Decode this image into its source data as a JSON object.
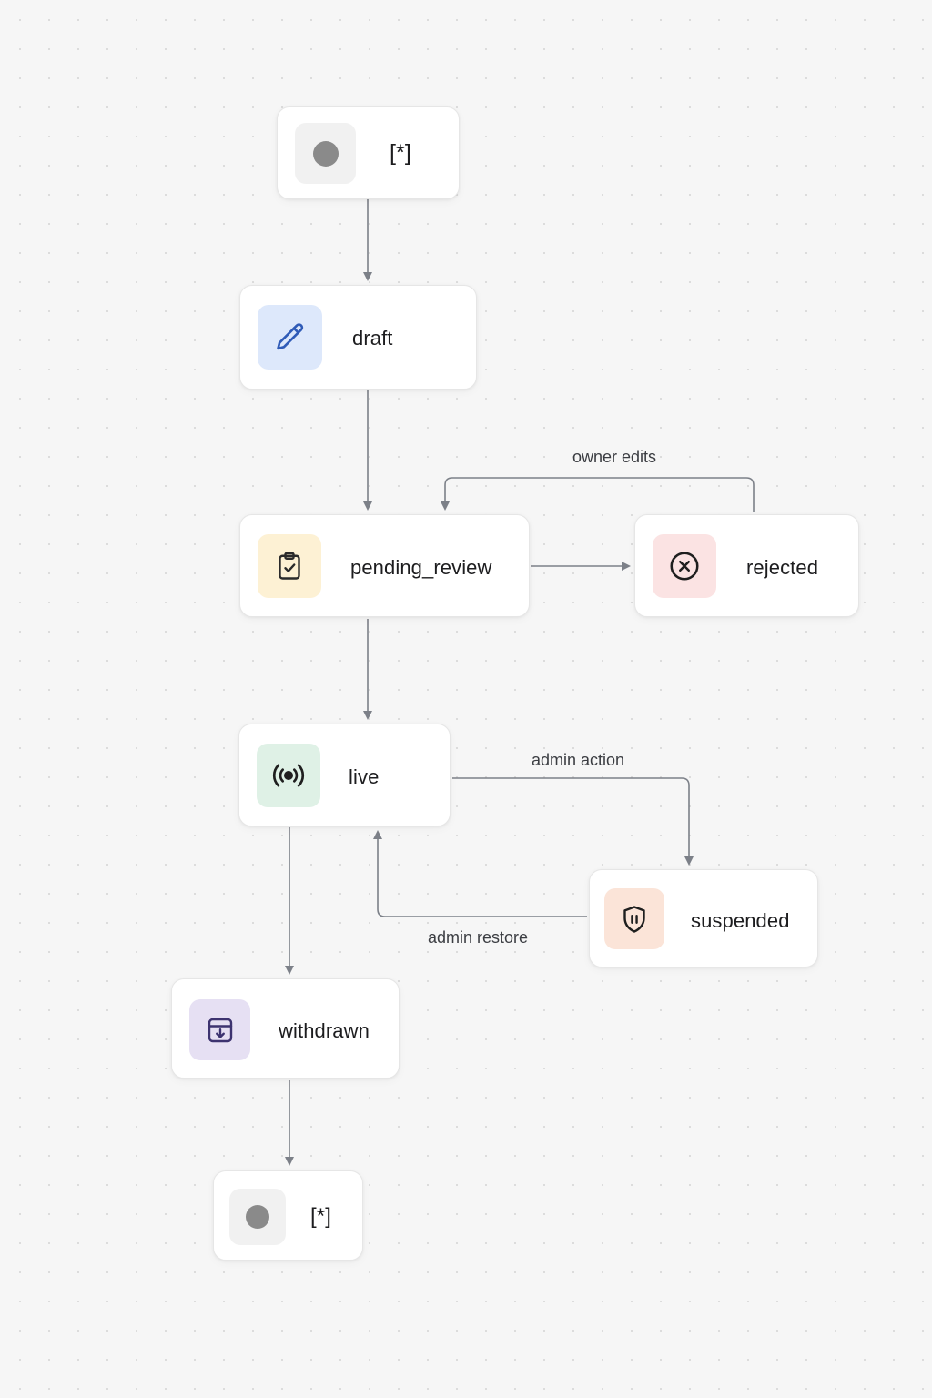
{
  "colors": {
    "background": "#f6f6f6",
    "node_fill": "#ffffff",
    "edge": "#7c8088",
    "pseudo_tile": "#f1f1f1",
    "pseudo_dot": "#8a8a8a",
    "draft_tile": "#dde8fb",
    "draft_icon": "#2f5bb7",
    "pending_tile": "#fdf1d4",
    "rejected_tile": "#fbe3e3",
    "live_tile": "#dff1e6",
    "suspended_tile": "#fbe4d8",
    "withdrawn_tile": "#e6e0f3",
    "withdrawn_icon": "#3d3370"
  },
  "states": {
    "initial": {
      "label": "[*]",
      "icon": "filled-circle-icon"
    },
    "draft": {
      "label": "draft",
      "icon": "pencil-icon"
    },
    "pending_review": {
      "label": "pending_review",
      "icon": "clipboard-check-icon"
    },
    "rejected": {
      "label": "rejected",
      "icon": "x-circle-icon"
    },
    "live": {
      "label": "live",
      "icon": "broadcast-icon"
    },
    "suspended": {
      "label": "suspended",
      "icon": "shield-pause-icon"
    },
    "withdrawn": {
      "label": "withdrawn",
      "icon": "archive-down-icon"
    },
    "final": {
      "label": "[*]",
      "icon": "filled-circle-icon"
    }
  },
  "transitions": [
    {
      "from": "initial",
      "to": "draft",
      "label": ""
    },
    {
      "from": "draft",
      "to": "pending_review",
      "label": ""
    },
    {
      "from": "pending_review",
      "to": "rejected",
      "label": ""
    },
    {
      "from": "rejected",
      "to": "pending_review",
      "label": "owner edits"
    },
    {
      "from": "pending_review",
      "to": "live",
      "label": ""
    },
    {
      "from": "live",
      "to": "suspended",
      "label": "admin action"
    },
    {
      "from": "suspended",
      "to": "live",
      "label": "admin restore"
    },
    {
      "from": "live",
      "to": "withdrawn",
      "label": ""
    },
    {
      "from": "withdrawn",
      "to": "final",
      "label": ""
    }
  ]
}
